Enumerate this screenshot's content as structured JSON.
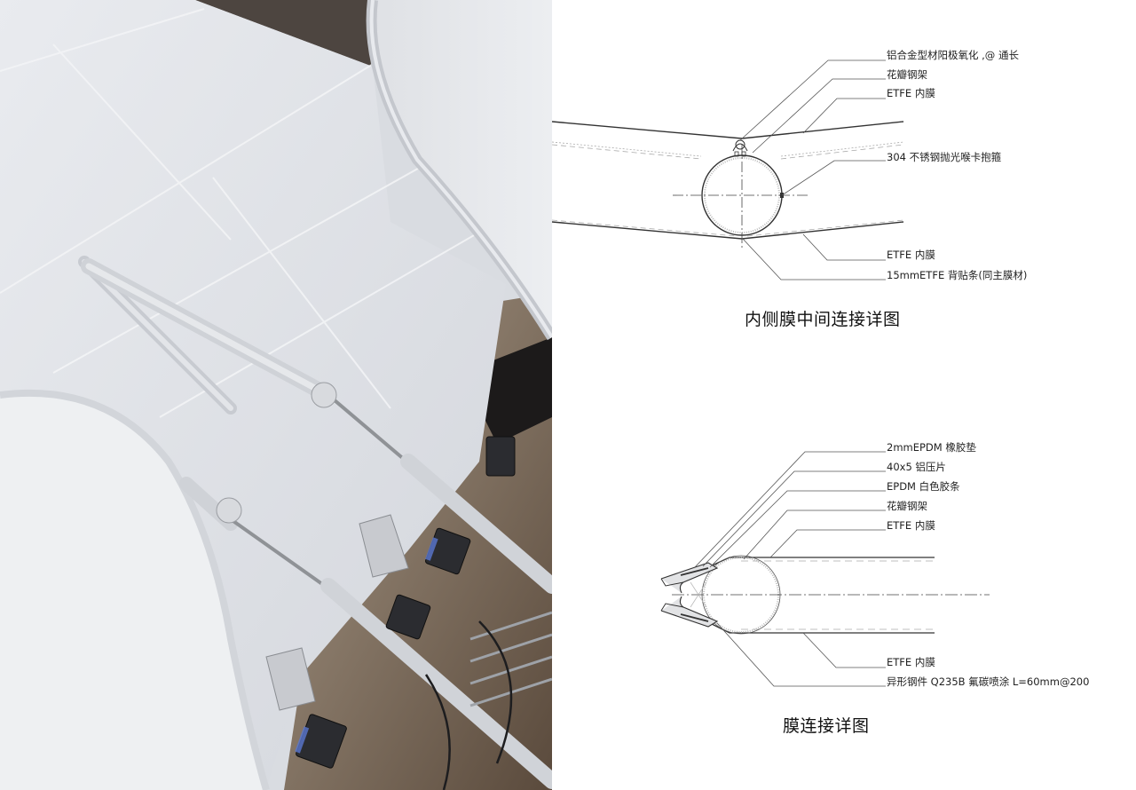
{
  "photo": {
    "subject": "ETFE membrane structure with white steel frame, tension rods and LED floodlights",
    "icon": "photo-icon"
  },
  "detail_top": {
    "title": "内侧膜中间连接详图",
    "callouts": [
      "铝合金型材阳极氧化 ,@ 通长",
      "花瓣钢架",
      "ETFE 内膜",
      "304 不锈钢抛光喉卡抱箍",
      "ETFE 内膜",
      "15mmETFE 背贴条(同主膜材)"
    ]
  },
  "detail_bottom": {
    "title": "膜连接详图",
    "callouts": [
      "2mmEPDM 橡胶垫",
      "40x5 铝压片",
      "EPDM 白色胶条",
      "花瓣钢架",
      "ETFE 内膜",
      "ETFE 内膜",
      "异形钢件 Q235B 氟碳喷涂 L=60mm@200"
    ]
  },
  "colors": {
    "line": "#333333",
    "leader": "#555555",
    "dashed": "#aaaaaa",
    "membrane": "#e6e8ec",
    "sky": "#4d4540"
  }
}
